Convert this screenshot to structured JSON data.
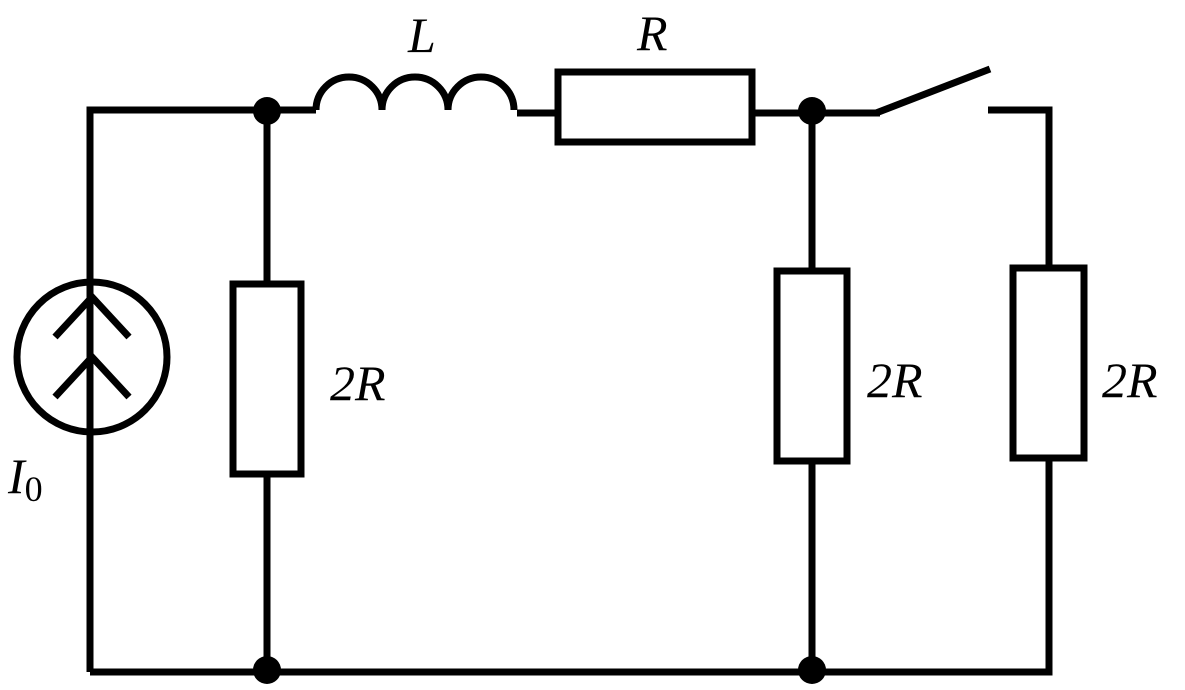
{
  "labels": {
    "inductor": "L",
    "series_resistor": "R",
    "resistor_left": "2R",
    "resistor_middle": "2R",
    "resistor_right": "2R",
    "source_symbol": "I",
    "source_subscript": "0"
  },
  "colors": {
    "ink": "#000000",
    "background": "#ffffff"
  },
  "icons": {
    "source": "current-source-icon",
    "inductor": "inductor-icon",
    "resistor": "resistor-icon",
    "switch": "open-switch-icon",
    "node": "junction-dot-icon"
  }
}
